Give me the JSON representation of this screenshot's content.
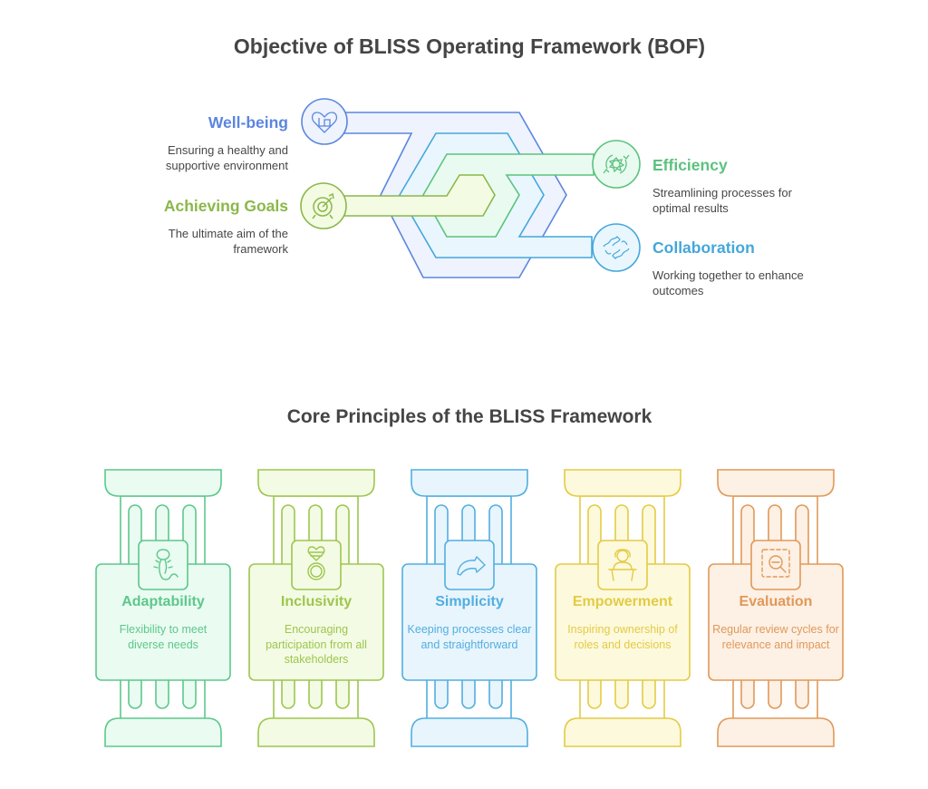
{
  "objective": {
    "title": "Objective of BLISS Operating Framework (BOF)",
    "items": [
      {
        "key": "well-being",
        "heading": "Well-being",
        "description": "Ensuring a healthy and supportive environment",
        "icon": "heart-book-icon",
        "color": "#5b86e0",
        "fill": "#eef3fd"
      },
      {
        "key": "achieving-goals",
        "heading": "Achieving Goals",
        "description": "The ultimate aim of the framework",
        "icon": "target-icon",
        "color": "#8ab84a",
        "fill": "#f4fbe3"
      },
      {
        "key": "efficiency",
        "heading": "Efficiency",
        "description": "Streamlining processes for optimal results",
        "icon": "gear-cycle-icon",
        "color": "#5cc27e",
        "fill": "#e9fbf1"
      },
      {
        "key": "collaboration",
        "heading": "Collaboration",
        "description": "Working together to enhance outcomes",
        "icon": "handshake-icon",
        "color": "#44a7db",
        "fill": "#e8f5fd"
      }
    ]
  },
  "principles": {
    "title": "Core Principles of the BLISS Framework",
    "items": [
      {
        "key": "adaptability",
        "heading": "Adaptability",
        "description": "Flexibility to meet diverse needs",
        "icon": "lizard-icon",
        "color": "#5cc88a",
        "fill": "#eafbf2"
      },
      {
        "key": "inclusivity",
        "heading": "Inclusivity",
        "description": "Encouraging participation from all stakeholders",
        "icon": "heart-ring-icon",
        "color": "#9dc64f",
        "fill": "#f4fbe4"
      },
      {
        "key": "simplicity",
        "heading": "Simplicity",
        "description": "Keeping processes clear and straightforward",
        "icon": "curved-arrow-icon",
        "color": "#52aee0",
        "fill": "#e8f5fd"
      },
      {
        "key": "empowerment",
        "heading": "Empowerment",
        "description": "Inspiring ownership of roles and decisions",
        "icon": "speaker-podium-icon",
        "color": "#e3cb45",
        "fill": "#fdf9dc"
      },
      {
        "key": "evaluation",
        "heading": "Evaluation",
        "description": "Regular review cycles for relevance and impact",
        "icon": "zoom-out-magnifier-icon",
        "color": "#e0995a",
        "fill": "#fdf0e4"
      }
    ]
  }
}
